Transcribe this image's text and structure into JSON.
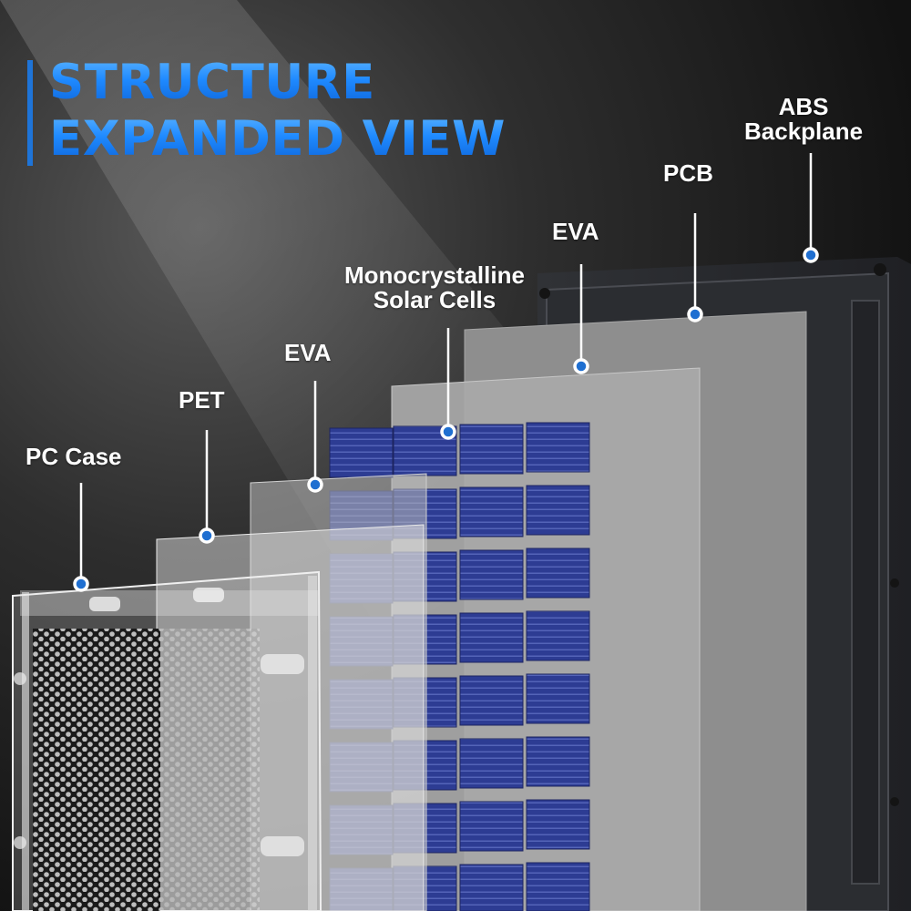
{
  "title": {
    "line1": "STRUCTURE",
    "line2": "EXPANDED VIEW"
  },
  "layers": [
    {
      "id": "pc-case",
      "label": "PC Case"
    },
    {
      "id": "pet",
      "label": "PET"
    },
    {
      "id": "eva-front",
      "label": "EVA"
    },
    {
      "id": "mono-cells",
      "label": "Monocrystalline\nSolar Cells"
    },
    {
      "id": "eva-back",
      "label": "EVA"
    },
    {
      "id": "pcb",
      "label": "PCB"
    },
    {
      "id": "abs-backplane",
      "label": "ABS\nBackplane"
    }
  ],
  "colors": {
    "accent": "#1e74d8",
    "pointer_dot": "#1f6fd1",
    "cell_blue": "#2b3a8f",
    "backplane": "#2a2c31",
    "background": "#1b1b1b"
  }
}
